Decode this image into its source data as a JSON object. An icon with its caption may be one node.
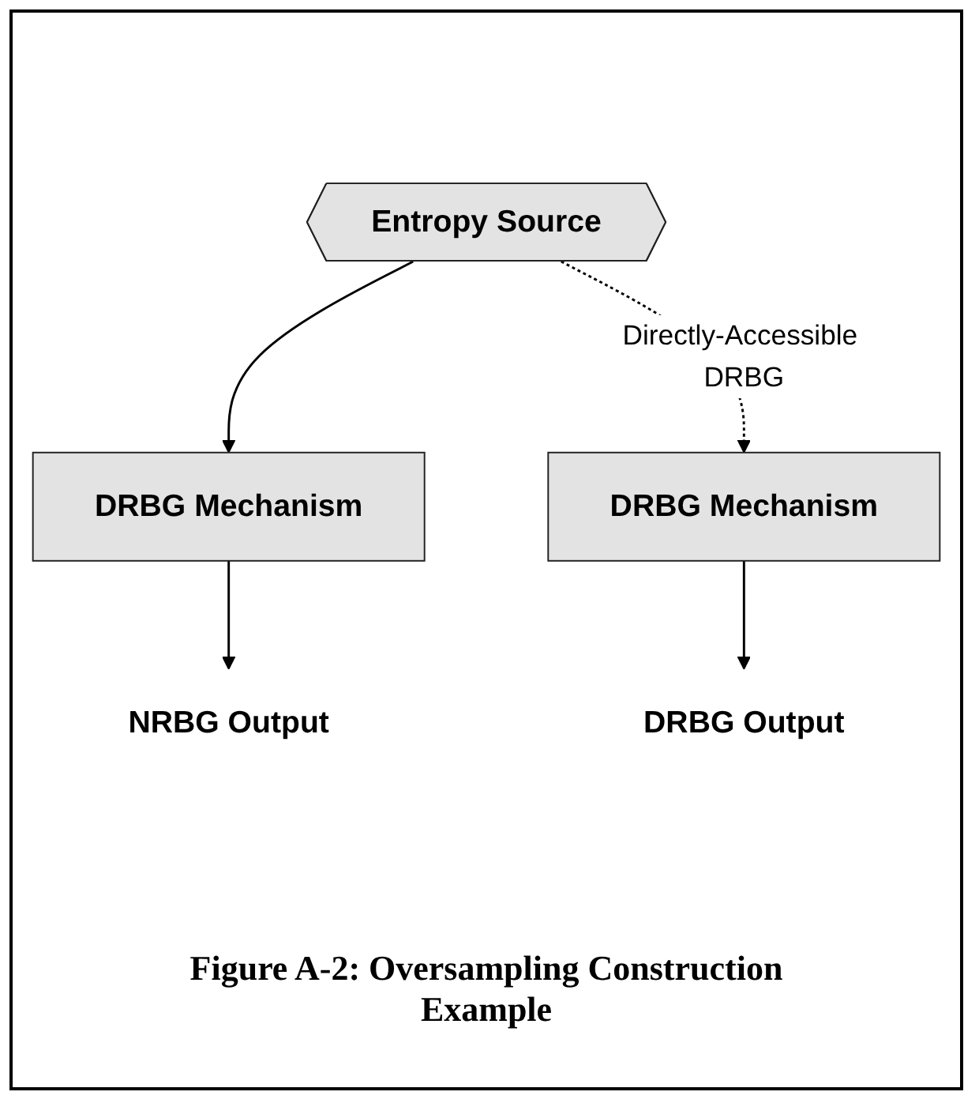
{
  "diagram": {
    "caption": "Figure A-2: Oversampling Construction Example",
    "nodes": [
      {
        "text": [
          "Entropy Source"
        ]
      },
      {
        "text": [
          "DRBG Mechanism"
        ]
      },
      {
        "text": [
          "DRBG Mechanism"
        ]
      },
      {
        "text": [
          "NRBG Output"
        ]
      },
      {
        "text": [
          "DRBG Output"
        ]
      }
    ],
    "edges": [
      {
        "from": 0,
        "to": 1,
        "arrow": "to"
      },
      {
        "from": 0,
        "to": 2,
        "arrow": "to",
        "style": "dashed",
        "label": "Directly-Accessible DRBG"
      },
      {
        "from": 1,
        "to": 3,
        "arrow": "to"
      },
      {
        "from": 2,
        "to": 4,
        "arrow": "to"
      }
    ]
  }
}
